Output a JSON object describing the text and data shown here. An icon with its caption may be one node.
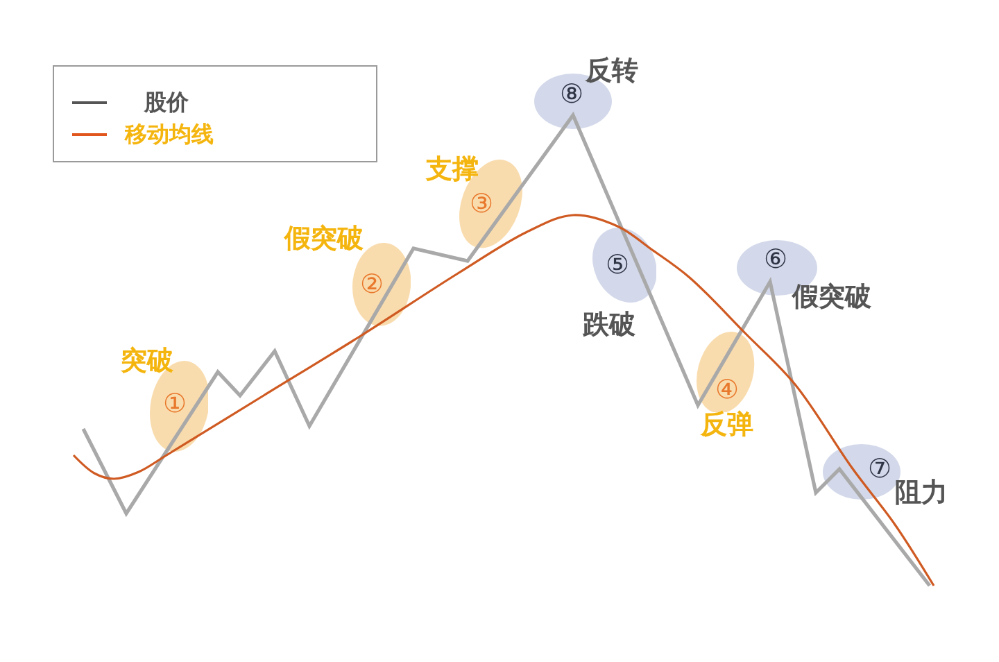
{
  "diagram": {
    "nodes": [
      {
        "text": [
          "①"
        ],
        "beside": [
          "突破"
        ]
      },
      {
        "text": [
          "②"
        ],
        "beside": [
          "假突破"
        ]
      },
      {
        "text": [
          "③"
        ],
        "beside": [
          "支撑"
        ]
      },
      {
        "text": [
          "④"
        ],
        "beside": [
          "反弹"
        ]
      },
      {
        "text": [
          "⑤"
        ],
        "beside": [
          "跌破"
        ]
      },
      {
        "text": [
          "⑥"
        ],
        "beside": [
          "假突破"
        ]
      },
      {
        "text": [
          "⑦"
        ],
        "beside": [
          "阻力"
        ]
      },
      {
        "text": [
          "⑧"
        ],
        "beside": [
          "反转"
        ]
      }
    ],
    "legend": [
      {
        "text": "股价"
      },
      {
        "text": "移动均线"
      }
    ]
  }
}
